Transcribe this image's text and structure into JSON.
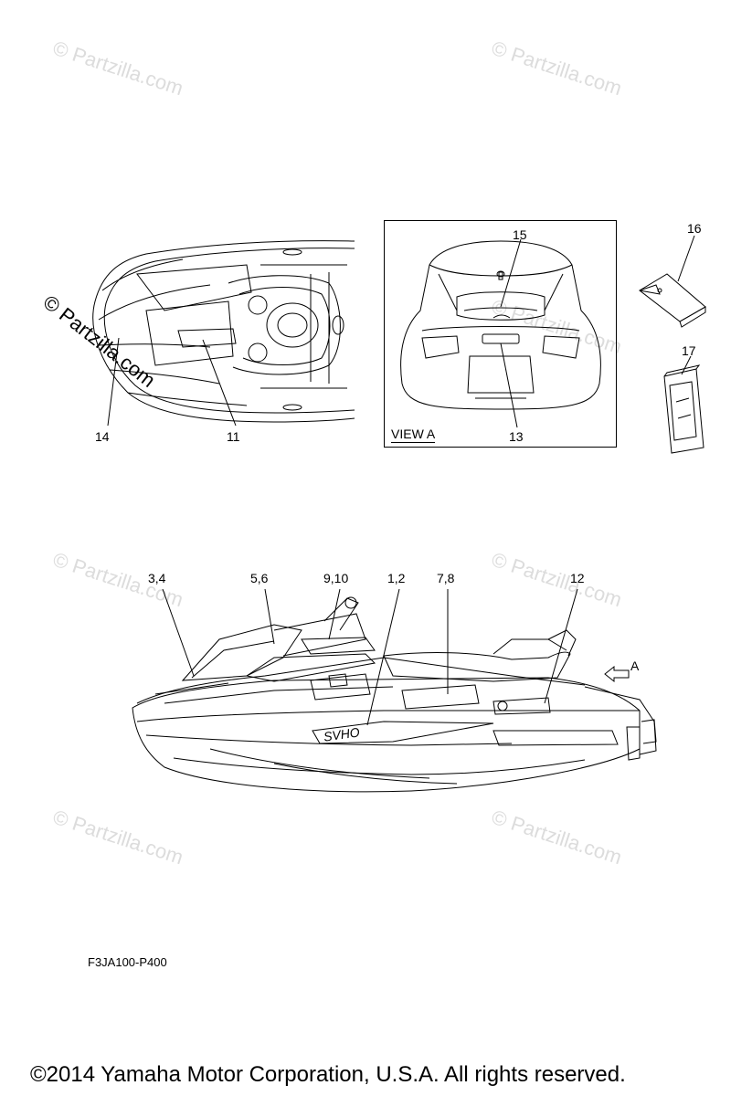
{
  "watermark": "© Partzilla.com",
  "view_label": "VIEW A",
  "view_marker": "A",
  "callouts": {
    "c14": "14",
    "c11": "11",
    "c15": "15",
    "c13": "13",
    "c16": "16",
    "c17": "17",
    "c34": "3,4",
    "c56": "5,6",
    "c910": "9,10",
    "c12a": "1,2",
    "c78": "7,8",
    "c12": "12"
  },
  "figure_code": "F3JA100-P400",
  "copyright": "©2014  Yamaha Motor Corporation, U.S.A. All rights reserved.",
  "decal_text": {
    "svho": "SVHO"
  }
}
